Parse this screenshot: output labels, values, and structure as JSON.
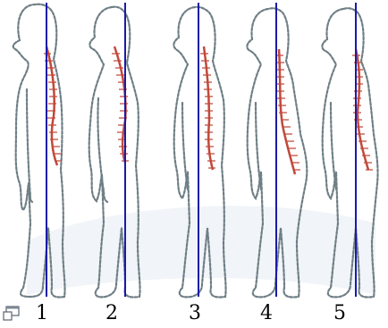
{
  "figure": {
    "labels": [
      "1",
      "2",
      "3",
      "4",
      "5"
    ],
    "colors": {
      "outline": "#6f7f86",
      "spine": "#c2493a",
      "plumb_line": "#1a1aa8",
      "watermark": "#eef2f6"
    }
  }
}
